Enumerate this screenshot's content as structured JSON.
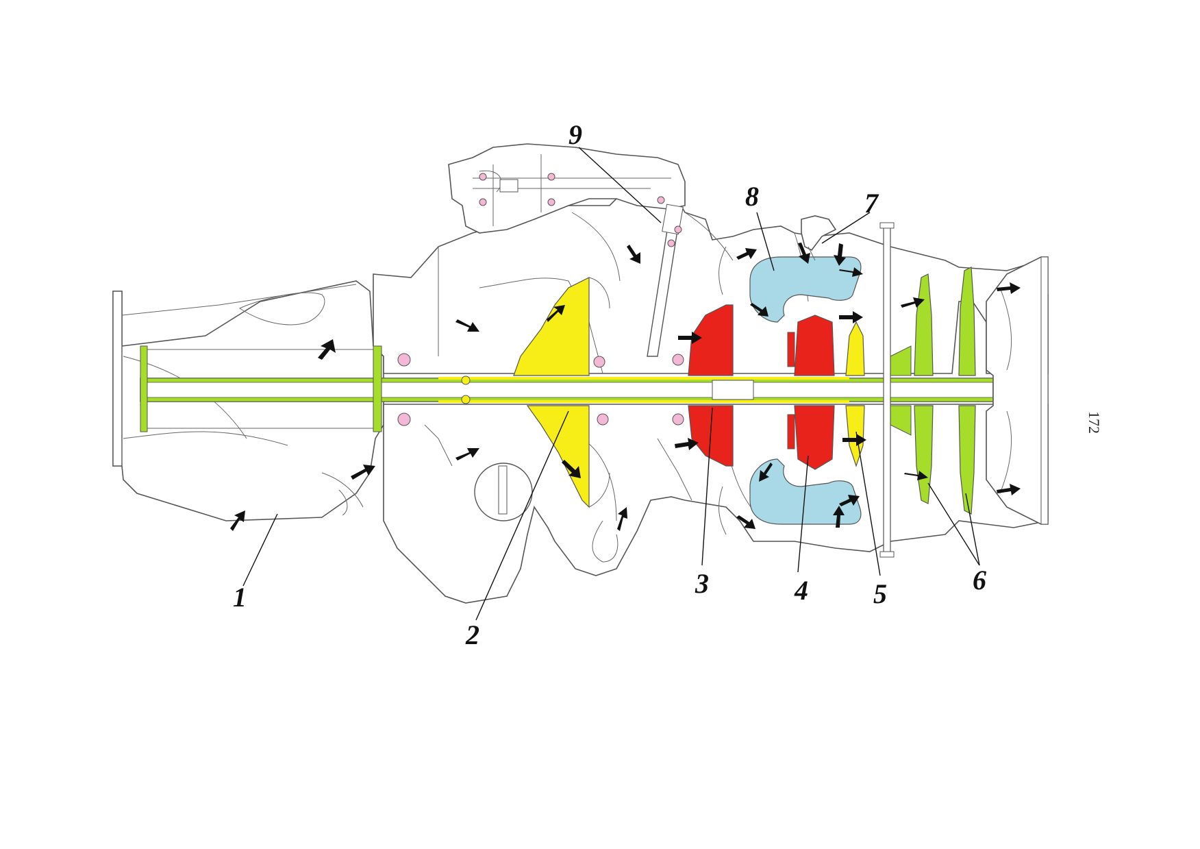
{
  "page": {
    "number": "172"
  },
  "callouts": [
    {
      "id": "1",
      "label": "1"
    },
    {
      "id": "2",
      "label": "2"
    },
    {
      "id": "3",
      "label": "3"
    },
    {
      "id": "4",
      "label": "4"
    },
    {
      "id": "5",
      "label": "5"
    },
    {
      "id": "6",
      "label": "6"
    },
    {
      "id": "7",
      "label": "7"
    },
    {
      "id": "8",
      "label": "8"
    },
    {
      "id": "9",
      "label": "9"
    }
  ],
  "colors": {
    "compressor_impeller": "#f7ee17",
    "gas_generator_turbine": "#e8231c",
    "free_turbine": "#a6dc2a",
    "combustion_chamber": "#a9d9e6",
    "shaft": "#a6dc2a",
    "bearings": "#f3b8d6",
    "outline": "#555555",
    "arrows": "#111111"
  }
}
